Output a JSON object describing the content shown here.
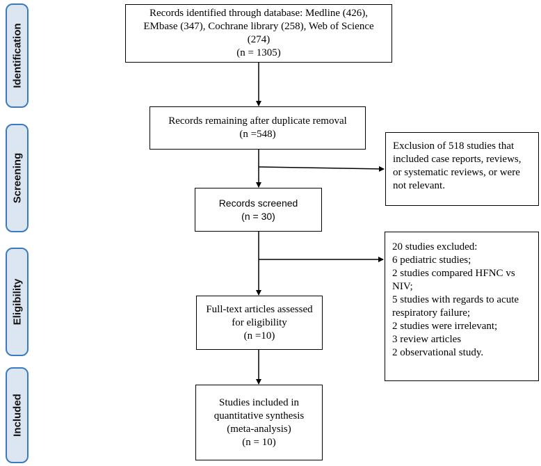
{
  "stages": {
    "identification": "Identification",
    "screening": "Screening",
    "eligibility": "Eligibility",
    "included": "Included"
  },
  "boxes": {
    "identified": [
      "Records identified through database: Medline (426),",
      "EMbase (347), Cochrane library (258), Web of Science",
      "(274)",
      "(n = 1305)"
    ],
    "dedup": [
      "Records remaining after duplicate removal",
      "(n =548)"
    ],
    "screened": [
      "Records screened",
      "(n = 30)"
    ],
    "fulltext": [
      "Full-text articles assessed",
      "for eligibility",
      "(n =10)"
    ],
    "included": [
      "Studies included in",
      "quantitative synthesis",
      "(meta-analysis)",
      "(n = 10)"
    ],
    "exclusion1": [
      "Exclusion of 518 studies that",
      "included case reports, reviews,",
      "or systematic reviews, or were",
      "not relevant."
    ],
    "exclusion2": [
      "20 studies excluded:",
      "6  pediatric studies;",
      "2 studies compared HFNC vs",
      "NIV;",
      "5 studies with regards to acute",
      "respiratory failure;",
      "2 studies were irrelevant;",
      "3 review articles",
      "2 observational study."
    ]
  }
}
